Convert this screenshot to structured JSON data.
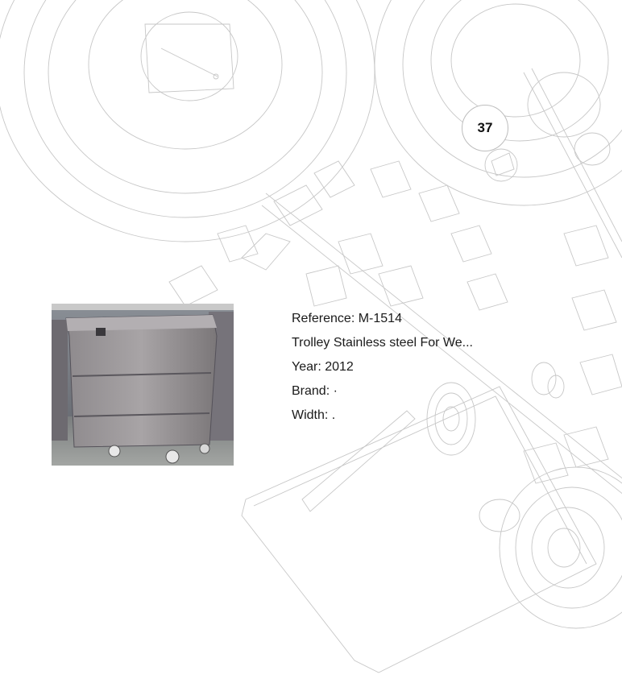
{
  "page": {
    "number": "37"
  },
  "product": {
    "image_subject": "stainless steel trolley",
    "reference_label": "Reference:",
    "reference": "M-1514",
    "title": "Trolley Stainless steel For We...",
    "year_label": "Year:",
    "year": "2012",
    "brand_label": "Brand:",
    "brand": "·",
    "width_label": "Width:",
    "width": "."
  },
  "colors": {
    "background": "#ffffff",
    "line_art": "#c7c7c7",
    "text": "#1a1a1a"
  }
}
